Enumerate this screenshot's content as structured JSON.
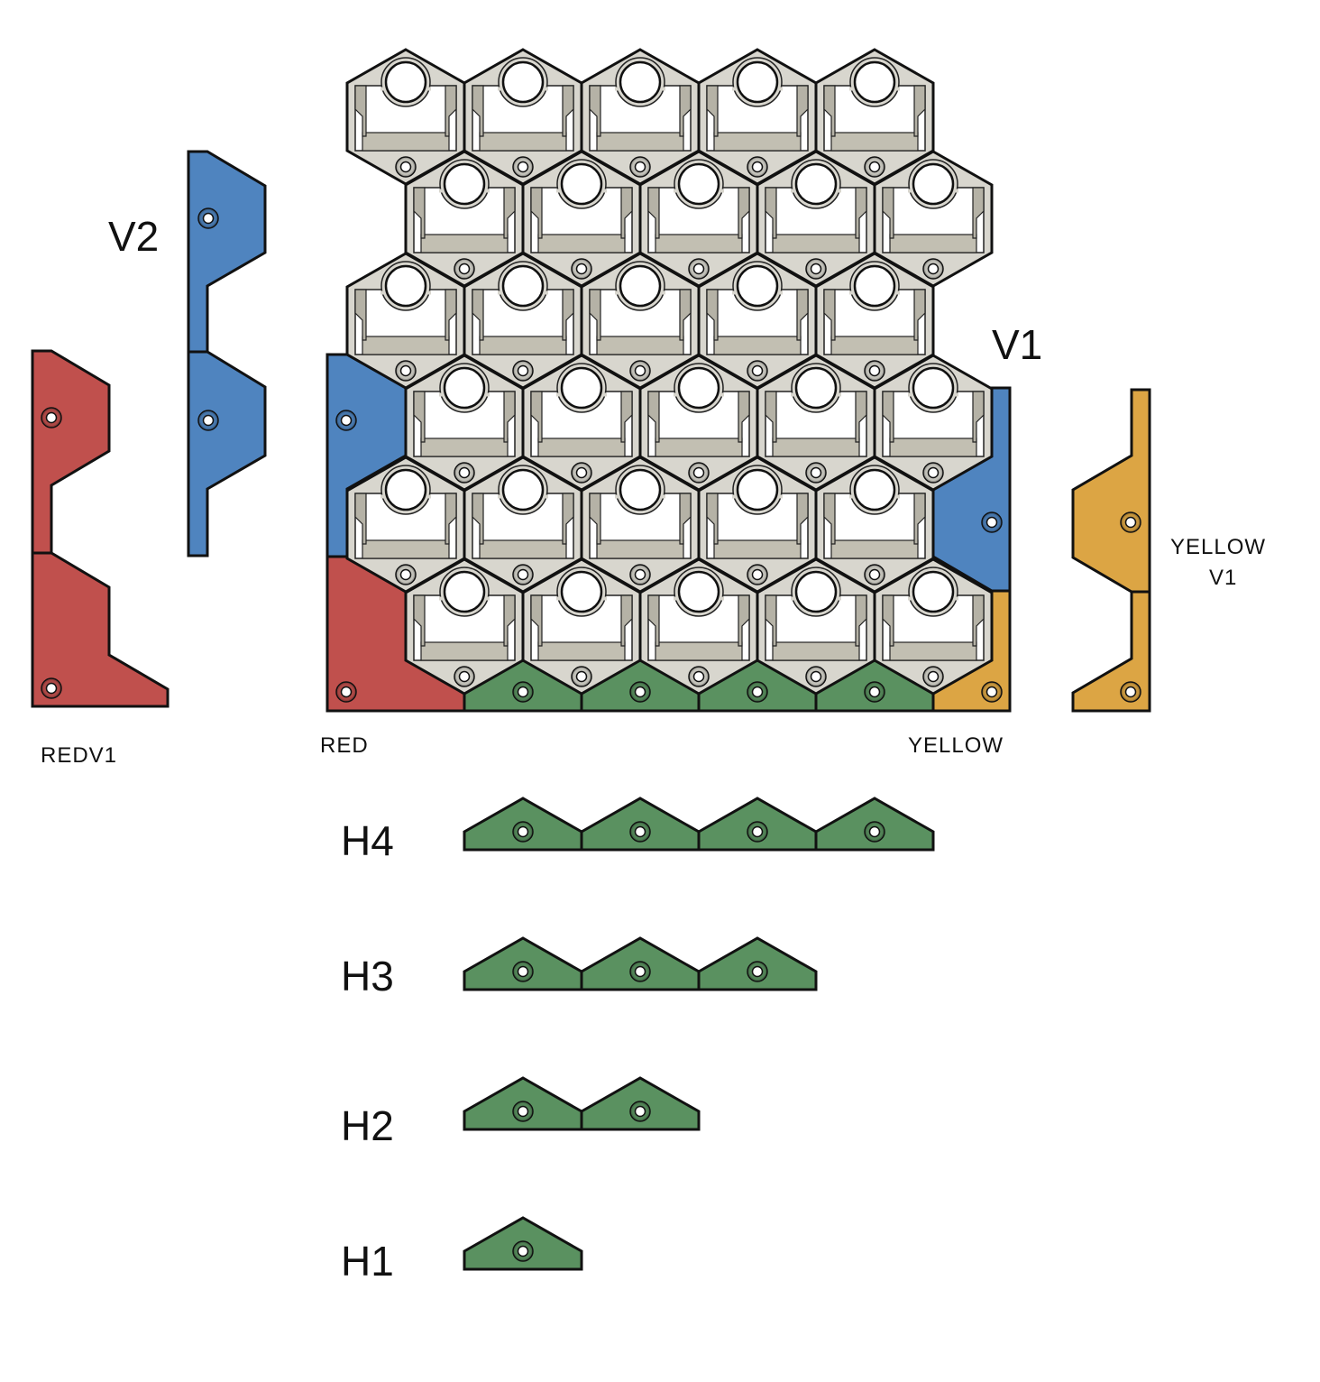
{
  "diagram": {
    "title": "Hex tile keyboard plate with edge filler pieces",
    "colors": {
      "hex_fill": "#d8d6ce",
      "hex_inner": "#c2bfb2",
      "hex_rail": "#b5b2a6",
      "blue": "#4f84bf",
      "red": "#c0504d",
      "green": "#5a9160",
      "yellow": "#dca544",
      "outline": "#111111",
      "background": "#ffffff"
    },
    "grid": {
      "rows": 6,
      "columns": 5,
      "hex_count": 30
    },
    "labels": {
      "v2": "V2",
      "v1": "V1",
      "redv1": "REDV1",
      "red": "RED",
      "yellow": "YELLOW",
      "yellow_v1_line1": "YELLOW",
      "yellow_v1_line2": "V1",
      "h4": "H4",
      "h3": "H3",
      "h2": "H2",
      "h1": "H1"
    },
    "h_pieces": [
      {
        "name": "H4",
        "count": 4
      },
      {
        "name": "H3",
        "count": 3
      },
      {
        "name": "H2",
        "count": 2
      },
      {
        "name": "H1",
        "count": 1
      }
    ]
  }
}
